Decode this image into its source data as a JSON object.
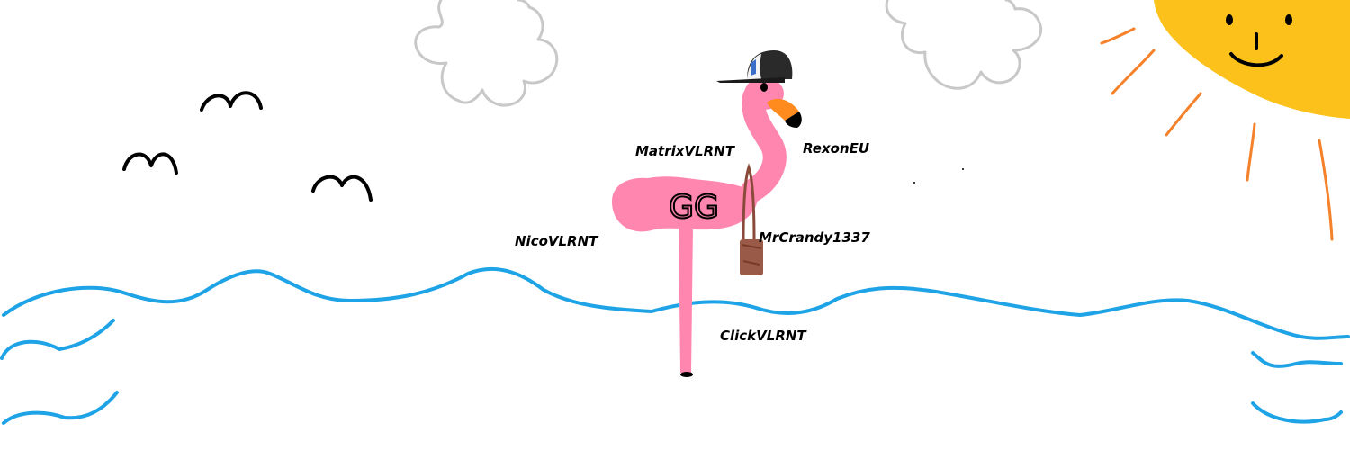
{
  "players": {
    "player_1": "MatrixVLRNT",
    "player_2": "RexonEU",
    "player_3": "NicoVLRNT",
    "player_4": "MrCrandy1337",
    "player_5": "ClickVLRNT"
  },
  "flamingo": {
    "body_text": "GG"
  },
  "colors": {
    "background": "#ffffff",
    "sun": "#fcc21b",
    "sun_rays": "#f5822a",
    "cloud_outline": "#c8c8c8",
    "water": "#1ea4e6",
    "flamingo": "#ff86ae",
    "beak": "#ff8a1e",
    "cap": "#2a2a2a",
    "bag": "#9a5a48",
    "ink": "#000000"
  }
}
